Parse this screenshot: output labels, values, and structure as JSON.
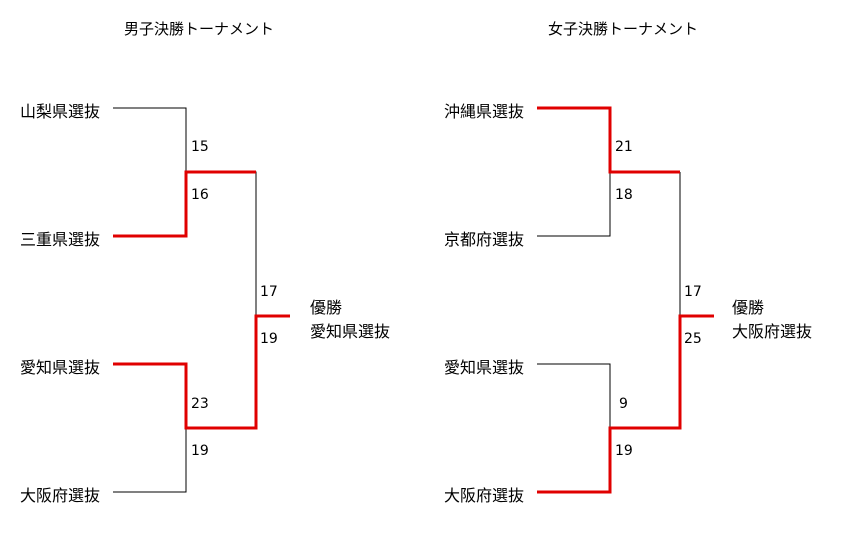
{
  "colors": {
    "winner_line": "#e00000",
    "line": "#000000"
  },
  "men": {
    "title": "男子決勝トーナメント",
    "teams": [
      "山梨県選抜",
      "三重県選抜",
      "愛知県選抜",
      "大阪府選抜"
    ],
    "scores": [
      "15",
      "16",
      "23",
      "19",
      "17",
      "19"
    ],
    "champion_label": "優勝",
    "champion_team": "愛知県選抜"
  },
  "women": {
    "title": "女子決勝トーナメント",
    "teams": [
      "沖縄県選抜",
      "京都府選抜",
      "愛知県選抜",
      "大阪府選抜"
    ],
    "scores": [
      "21",
      "18",
      "9",
      "19",
      "17",
      "25"
    ],
    "champion_label": "優勝",
    "champion_team": "大阪府選抜"
  }
}
